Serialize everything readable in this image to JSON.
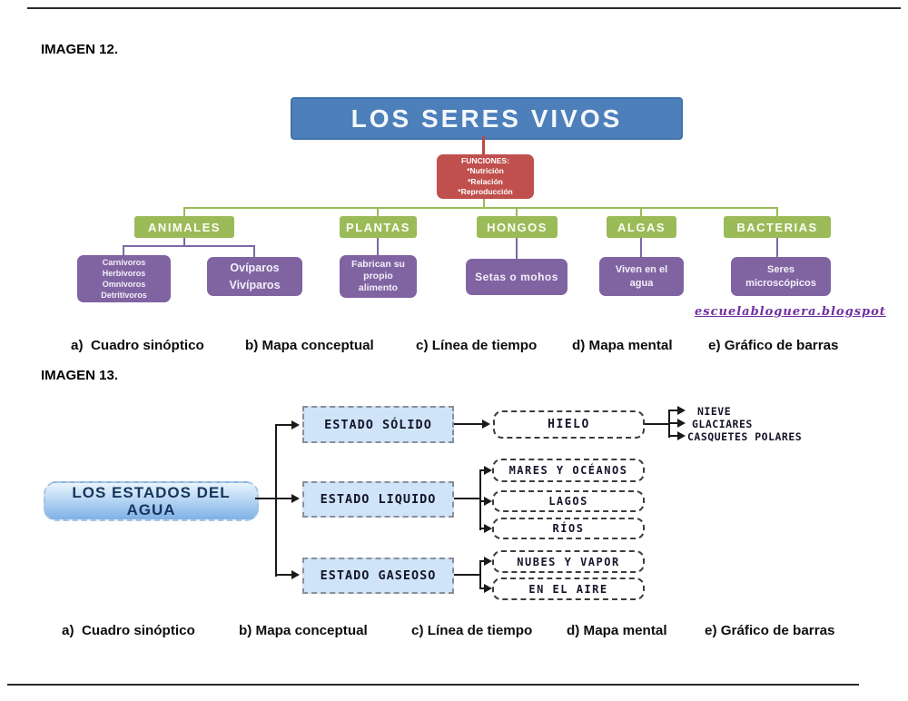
{
  "page": {
    "heading_1": "IMAGEN 12.",
    "heading_2": "IMAGEN 13.",
    "options": [
      "a)  Cuadro sinóptico",
      "b) Mapa conceptual",
      "c) Línea de tiempo",
      "d) Mapa mental",
      "e) Gráfico de barras"
    ]
  },
  "map1": {
    "title": "LOS SERES VIVOS",
    "functions": [
      "FUNCIONES:",
      "*Nutrición",
      "*Relación",
      "*Reproducción"
    ],
    "categories": [
      "ANIMALES",
      "PLANTAS",
      "HONGOS",
      "ALGAS",
      "BACTERIAS"
    ],
    "details": {
      "animales_1": [
        "Carnívoros",
        "Herbívoros",
        "Omnívoros",
        "Detritívoros"
      ],
      "animales_2": [
        "Ovíparos",
        "Vivíparos"
      ],
      "plantas": [
        "Fabrican su",
        "propio",
        "alimento"
      ],
      "hongos": "Setas o mohos",
      "algas": [
        "Viven en el",
        "agua"
      ],
      "bacterias": [
        "Seres",
        "microscópicos"
      ]
    },
    "credit": "escuelabloguera.blogspot",
    "colors": {
      "title_bg": "#4d7fba",
      "functions_bg": "#c0504d",
      "category_bg": "#9bbb59",
      "detail_bg": "#8064a2",
      "credit_text": "#7030a0"
    }
  },
  "map2": {
    "root": "LOS ESTADOS DEL AGUA",
    "branches": [
      "ESTADO SÓLIDO",
      "ESTADO LIQUIDO",
      "ESTADO GASEOSO"
    ],
    "solid_child": "HIELO",
    "solid_leaves": [
      "NIEVE",
      "GLACIARES",
      "CASQUETES POLARES"
    ],
    "liquid_children": [
      "MARES Y OCÉANOS",
      "LAGOS",
      "RÍOS"
    ],
    "gas_children": [
      "NUBES Y VAPOR",
      "EN EL AIRE"
    ],
    "colors": {
      "root_bg": "#9fc6ee",
      "branch_bg": "#cfe4f8",
      "line": "#1a1a1a"
    }
  }
}
